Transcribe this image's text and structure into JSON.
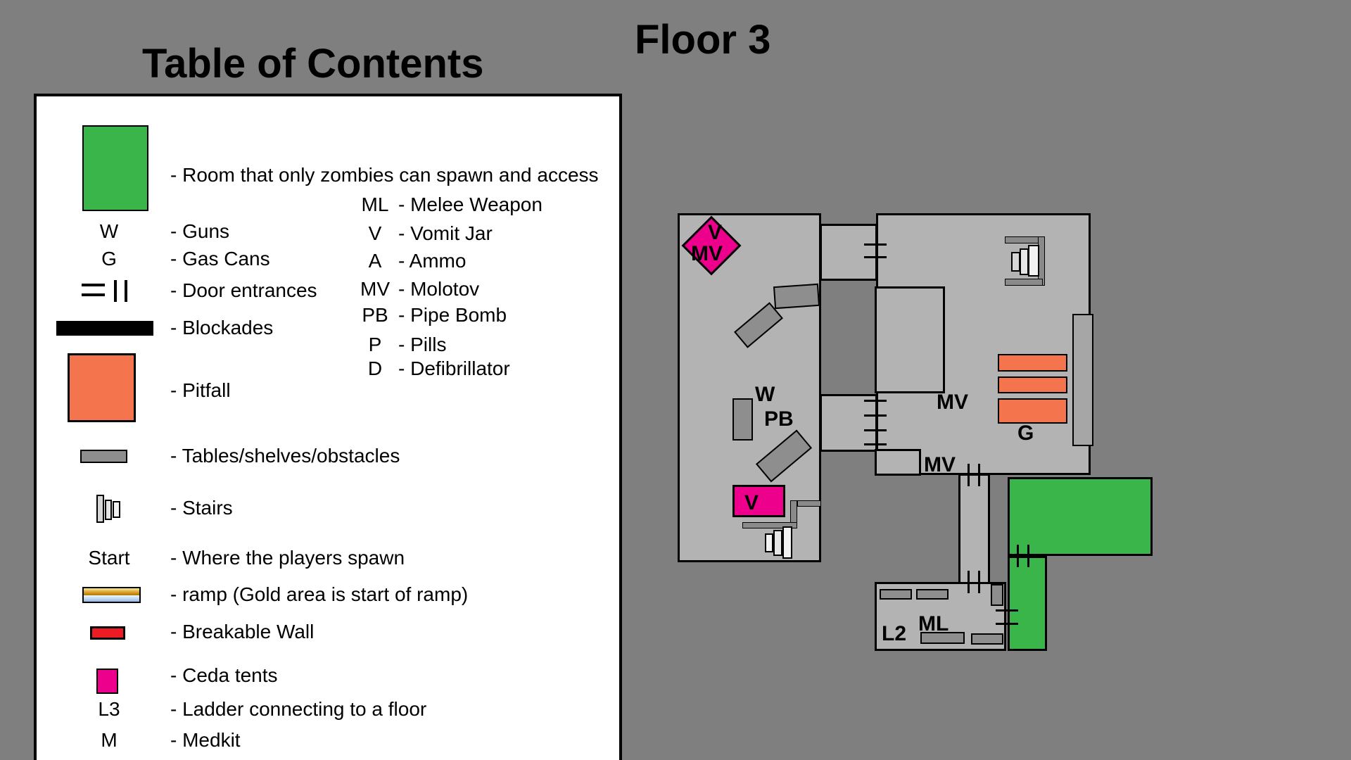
{
  "title": "Table of Contents",
  "map_title": "Floor 3",
  "colors": {
    "background": "#7f7f7f",
    "panel": "#ffffff",
    "room": "#b3b3b3",
    "table": "#8e8e8e",
    "shelf": "#a6a6a6",
    "railing": "#8a8a8a",
    "green": "#3ab54a",
    "orange": "#f4744e",
    "pink": "#ec008c",
    "red": "#ed1c24",
    "stair1": "#d6d6d6",
    "stair2": "#e6e6e6",
    "stair3": "#f2f2f2",
    "gold_light": "#f6e6ae",
    "gold_dark": "#a9770b",
    "blue_light": "#f4f8fc",
    "blue": "#8fbbe8"
  },
  "legend": {
    "col1": [
      {
        "symbol": "",
        "label": "- Room that only zombies can spawn and access"
      },
      {
        "symbol": "W",
        "label": "- Guns"
      },
      {
        "symbol": "G",
        "label": "- Gas Cans"
      },
      {
        "symbol": "",
        "label": "- Door entrances"
      },
      {
        "symbol": "",
        "label": "- Blockades"
      },
      {
        "symbol": "",
        "label": "- Pitfall"
      },
      {
        "symbol": "",
        "label": "- Tables/shelves/obstacles"
      },
      {
        "symbol": "",
        "label": "- Stairs"
      },
      {
        "symbol": "Start",
        "label": "- Where the players spawn"
      },
      {
        "symbol": "",
        "label": "- ramp (Gold area is start of ramp)"
      },
      {
        "symbol": "",
        "label": "- Breakable Wall"
      },
      {
        "symbol": "",
        "label": "- Ceda tents"
      },
      {
        "symbol": "L3",
        "label": "- Ladder connecting to a floor"
      },
      {
        "symbol": "M",
        "label": "- Medkit"
      }
    ],
    "col2": [
      {
        "symbol": "ML",
        "label": "- Melee Weapon"
      },
      {
        "symbol": "V",
        "label": "- Vomit Jar"
      },
      {
        "symbol": "A",
        "label": "- Ammo"
      },
      {
        "symbol": "MV",
        "label": "- Molotov"
      },
      {
        "symbol": "PB",
        "label": "- Pipe Bomb"
      },
      {
        "symbol": "P",
        "label": "- Pills"
      },
      {
        "symbol": "D",
        "label": "- Defibrillator"
      }
    ]
  },
  "map": {
    "labels": {
      "diamond_v": "V",
      "diamond_mv": "MV",
      "guns": "W",
      "pipebomb": "PB",
      "vomit": "V",
      "molotov_1": "MV",
      "molotov_2": "MV",
      "gas": "G",
      "melee": "ML",
      "ladder": "L2"
    }
  }
}
